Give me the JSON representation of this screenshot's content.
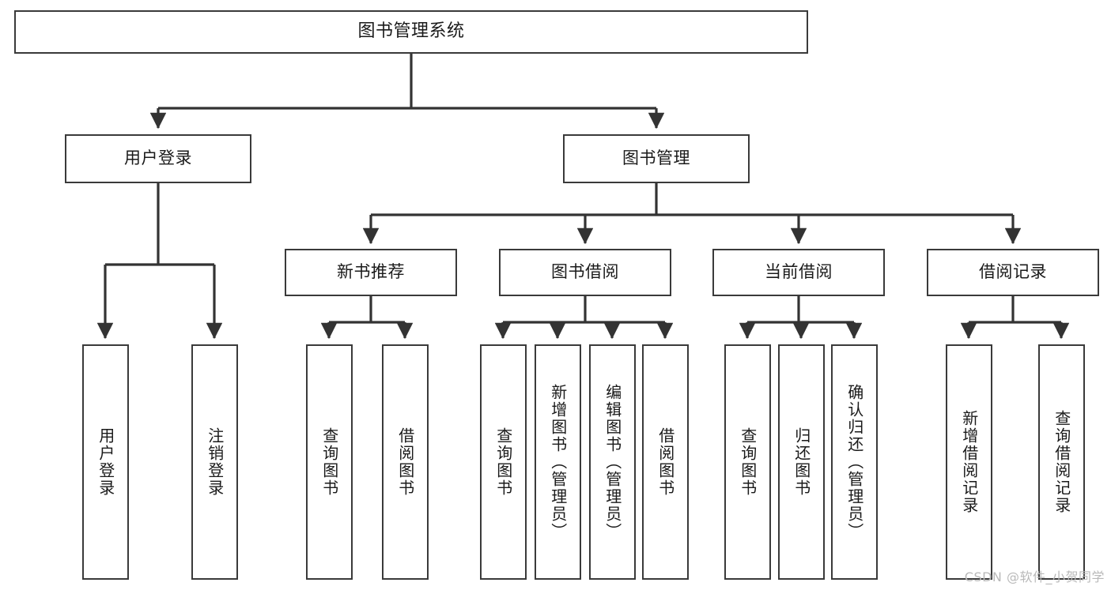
{
  "diagram": {
    "type": "tree-hierarchy",
    "title": "图书管理系统",
    "watermark": "CSDN @软件_小贺同学",
    "colors": {
      "box_border": "#3a3a3a",
      "box_fill": "#ffffff",
      "connector": "#333333",
      "text": "#1a1a1a",
      "watermark": "#b9b9b9",
      "background": "#ffffff"
    },
    "levels": {
      "root": {
        "label": "图书管理系统"
      },
      "level2": [
        {
          "label": "用户登录"
        },
        {
          "label": "图书管理"
        }
      ],
      "level3": [
        {
          "label": "新书推荐"
        },
        {
          "label": "图书借阅"
        },
        {
          "label": "当前借阅"
        },
        {
          "label": "借阅记录"
        }
      ],
      "leaves": {
        "user_login": [
          {
            "label": "用户登录"
          },
          {
            "label": "注销登录"
          }
        ],
        "new_book_recommend": [
          {
            "label": "查询图书"
          },
          {
            "label": "借阅图书"
          }
        ],
        "book_borrow": [
          {
            "label": "查询图书"
          },
          {
            "label": "新增图书（管理员）"
          },
          {
            "label": "编辑图书（管理员）"
          },
          {
            "label": "借阅图书"
          }
        ],
        "current_borrow": [
          {
            "label": "查询图书"
          },
          {
            "label": "归还图书"
          },
          {
            "label": "确认归还（管理员）"
          }
        ],
        "borrow_record": [
          {
            "label": "新增借阅记录"
          },
          {
            "label": "查询借阅记录"
          }
        ]
      }
    }
  }
}
